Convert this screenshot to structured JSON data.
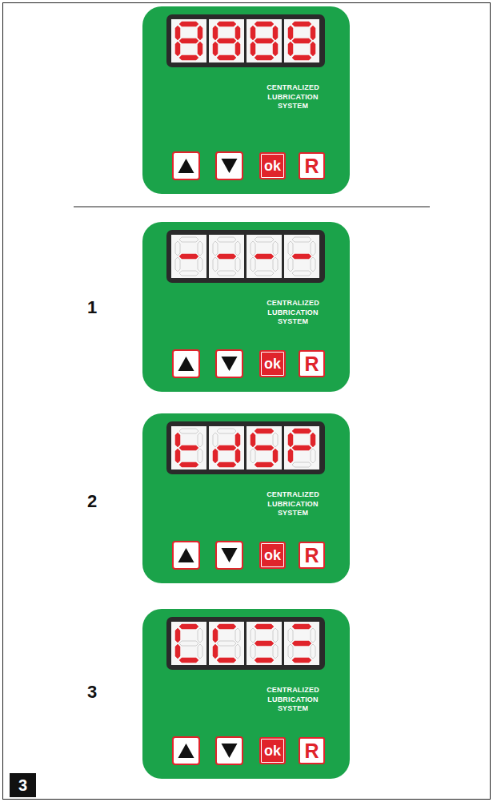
{
  "diagram": {
    "nodes": [
      {
        "text": [
          "CENTRALIZED LUBRICATION SYSTEM"
        ]
      },
      {
        "text": [
          "ok"
        ],
        "in": 0
      },
      {
        "text": [
          "R"
        ],
        "in": 0
      },
      {
        "text": [
          "CENTRALIZED LUBRICATION SYSTEM"
        ]
      },
      {
        "text": [
          "ok"
        ],
        "in": 3
      },
      {
        "text": [
          "R"
        ],
        "in": 3
      },
      {
        "text": [
          "CENTRALIZED LUBRICATION SYSTEM"
        ]
      },
      {
        "text": [
          "ok"
        ],
        "in": 6
      },
      {
        "text": [
          "R"
        ],
        "in": 6
      },
      {
        "text": [
          "CENTRALIZED LUBRICATION SYSTEM"
        ]
      },
      {
        "text": [
          "ok"
        ],
        "in": 9
      },
      {
        "text": [
          "R"
        ],
        "in": 9
      }
    ],
    "labels": [
      "1",
      "2",
      "3",
      "3"
    ]
  }
}
